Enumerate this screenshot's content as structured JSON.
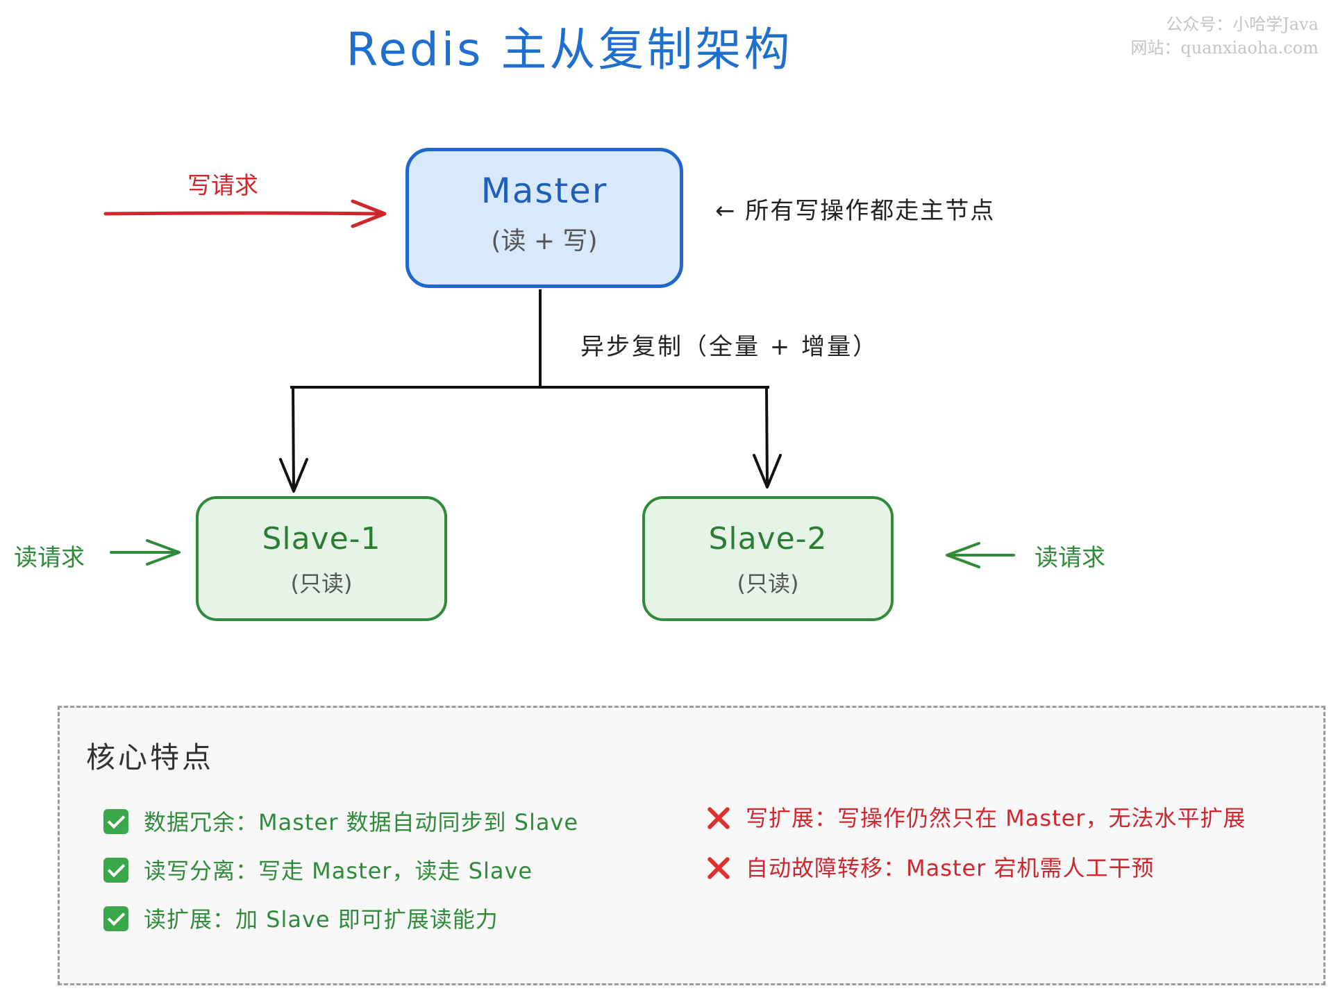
{
  "title": "Redis 主从复制架构",
  "watermark": {
    "line1": "公众号：小哈学Java",
    "line2": "网站：quanxiaoha.com"
  },
  "nodes": {
    "master": {
      "name": "Master",
      "role": "(读 + 写)"
    },
    "slave1": {
      "name": "Slave-1",
      "role": "(只读)"
    },
    "slave2": {
      "name": "Slave-2",
      "role": "(只读)"
    }
  },
  "labels": {
    "write_request": "写请求",
    "read_request_left": "读请求",
    "read_request_right": "读请求",
    "master_note": "← 所有写操作都走主节点",
    "replication": "异步复制（全量 + 增量）"
  },
  "features": {
    "title": "核心特点",
    "pros": [
      "数据冗余：Master 数据自动同步到 Slave",
      "读写分离：写走 Master，读走 Slave",
      "读扩展：加 Slave 即可扩展读能力"
    ],
    "cons": [
      "写扩展：写操作仍然只在 Master，无法水平扩展",
      "自动故障转移：Master 宕机需人工干预"
    ]
  },
  "colors": {
    "title": "#1e6fd0",
    "master_border": "#1f66cf",
    "master_fill": "#d8e9fb",
    "slave_border": "#2e8b3a",
    "slave_fill": "#e5f4e6",
    "write_arrow": "#d0262d",
    "read_arrow": "#2e8b3a",
    "connector": "#111111"
  },
  "icons": {
    "pro": "check-icon",
    "con": "cross-icon"
  }
}
